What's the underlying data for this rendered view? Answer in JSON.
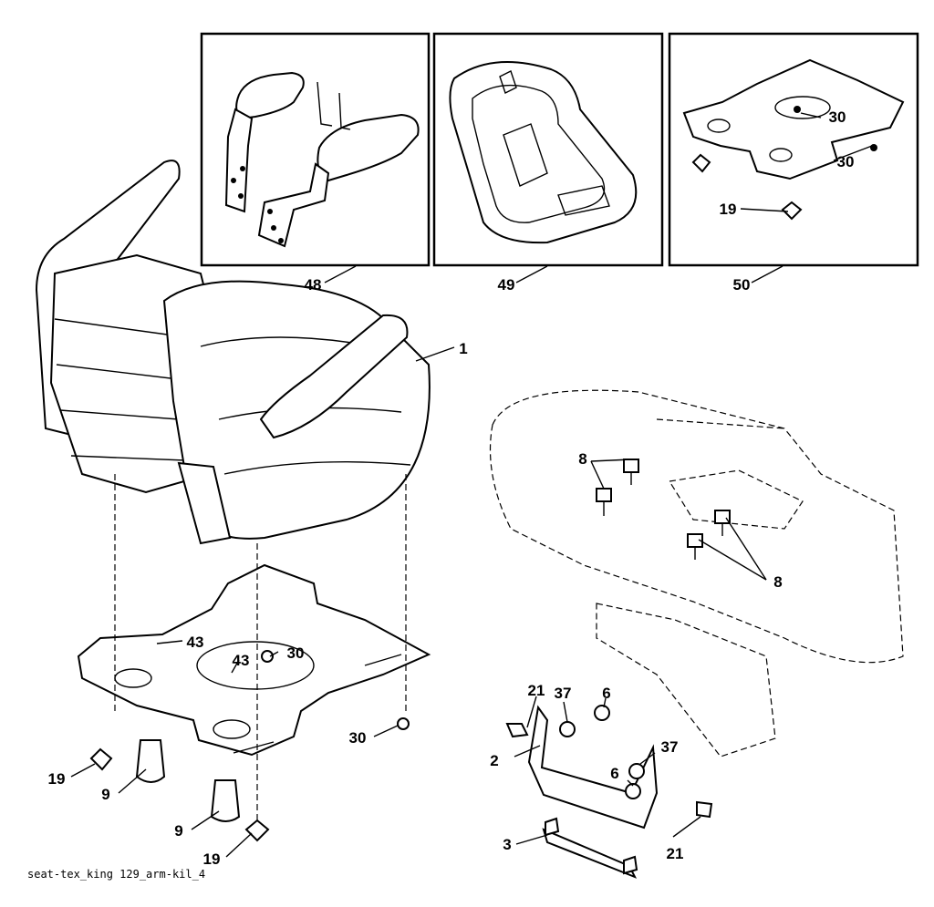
{
  "caption": "seat-tex_king 129_arm-kil_4",
  "callouts": {
    "c1": "1",
    "c2": "2",
    "c3": "3",
    "c6a": "6",
    "c6b": "6",
    "c8a": "8",
    "c8b": "8",
    "c9a": "9",
    "c9b": "9",
    "c19a": "19",
    "c19b": "19",
    "c19c": "19",
    "c21a": "21",
    "c21b": "21",
    "c30a": "30",
    "c30b": "30",
    "c30c": "30",
    "c30d": "30",
    "c37a": "37",
    "c37b": "37",
    "c43a": "43",
    "c43b": "43",
    "c48": "48",
    "c49": "49",
    "c50": "50"
  }
}
